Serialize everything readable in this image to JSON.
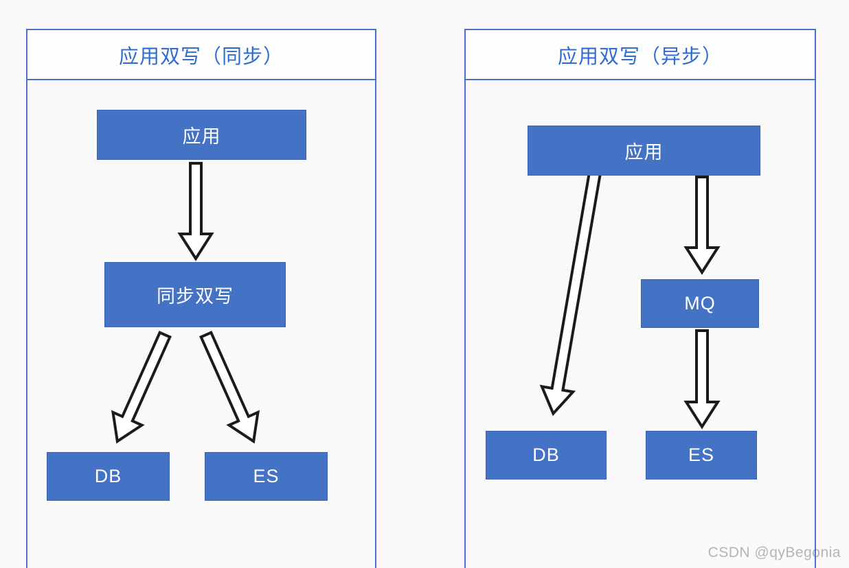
{
  "panels": [
    {
      "title": "应用双写（同步）",
      "nodes": {
        "app": "应用",
        "middle": "同步双写",
        "db": "DB",
        "es": "ES"
      }
    },
    {
      "title": "应用双写（异步）",
      "nodes": {
        "app": "应用",
        "middle": "MQ",
        "db": "DB",
        "es": "ES"
      }
    }
  ],
  "watermark": {
    "text": "CSDN @qyBegonia"
  },
  "colors": {
    "node_fill": "#4472C4",
    "node_border": "#3A62B4",
    "node_text": "#FFFFFF",
    "panel_border": "#4673C9",
    "title_text": "#2E6CD2",
    "arrow_fill": "#FFFFFF",
    "arrow_stroke": "#1B1B1B",
    "background": "#FAFAFA",
    "watermark_text": "#B5B5B5"
  }
}
